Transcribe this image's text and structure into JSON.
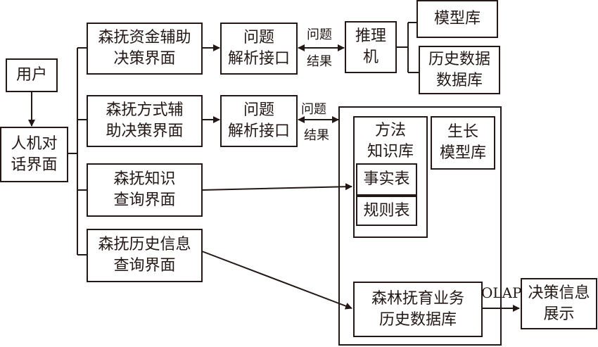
{
  "user": "用户",
  "hci": "人机对\n话界面",
  "fund_ui": "森抚资金辅助\n决策界面",
  "method_ui": "森抚方式辅\n助决策界面",
  "knowledge_ui": "森抚知识\n查询界面",
  "history_ui": "森抚历史信息\n查询界面",
  "parse1": "问题\n解析接口",
  "parse2": "问题\n解析接口",
  "inference": "推理\n机",
  "model_db": "模型库",
  "history_data_db": "历史数据\n数据库",
  "method_kb": "方法\n知识库",
  "fact_table": "事实表",
  "rule_table": "规则表",
  "growth_model_db": "生长\n模型库",
  "forest_history_db": "森林抚育业务\n历史数据库",
  "decision_display": "决策信息\n展示",
  "labels": {
    "question": "问题",
    "result": "结果",
    "olap": "OLAP"
  }
}
